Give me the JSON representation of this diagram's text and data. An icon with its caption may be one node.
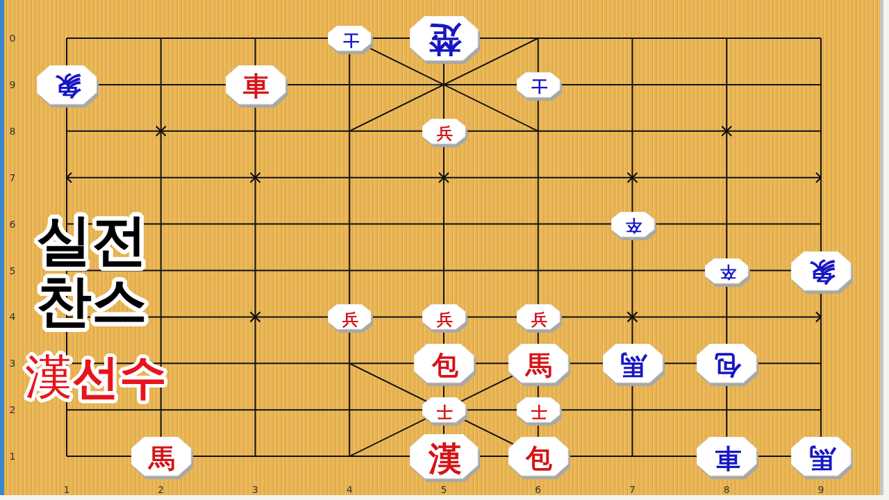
{
  "diagram": {
    "title": "실전 찬스",
    "nodes": [
      {
        "text": [
          "士"
        ]
      },
      {
        "text": [
          "楚"
        ]
      },
      {
        "text": [
          "象"
        ]
      },
      {
        "text": [
          "車"
        ]
      },
      {
        "text": [
          "士"
        ]
      },
      {
        "text": [
          "兵"
        ]
      },
      {
        "text": [
          "卒"
        ]
      },
      {
        "text": [
          "卒"
        ]
      },
      {
        "text": [
          "象"
        ]
      },
      {
        "text": [
          "兵"
        ]
      },
      {
        "text": [
          "兵"
        ]
      },
      {
        "text": [
          "兵"
        ]
      },
      {
        "text": [
          "包"
        ]
      },
      {
        "text": [
          "馬"
        ]
      },
      {
        "text": [
          "馬"
        ]
      },
      {
        "text": [
          "包"
        ]
      },
      {
        "text": [
          "士"
        ]
      },
      {
        "text": [
          "士"
        ]
      },
      {
        "text": [
          "馬"
        ]
      },
      {
        "text": [
          "漢"
        ]
      },
      {
        "text": [
          "包"
        ]
      },
      {
        "text": [
          "車"
        ]
      },
      {
        "text": [
          "馬"
        ]
      }
    ],
    "labels": [
      "0",
      "9",
      "8",
      "7",
      "6",
      "5",
      "4",
      "3",
      "2",
      "1",
      "漢**선수**",
      "1",
      "2",
      "3",
      "4",
      "5",
      "6",
      "7",
      "8",
      "9"
    ]
  }
}
